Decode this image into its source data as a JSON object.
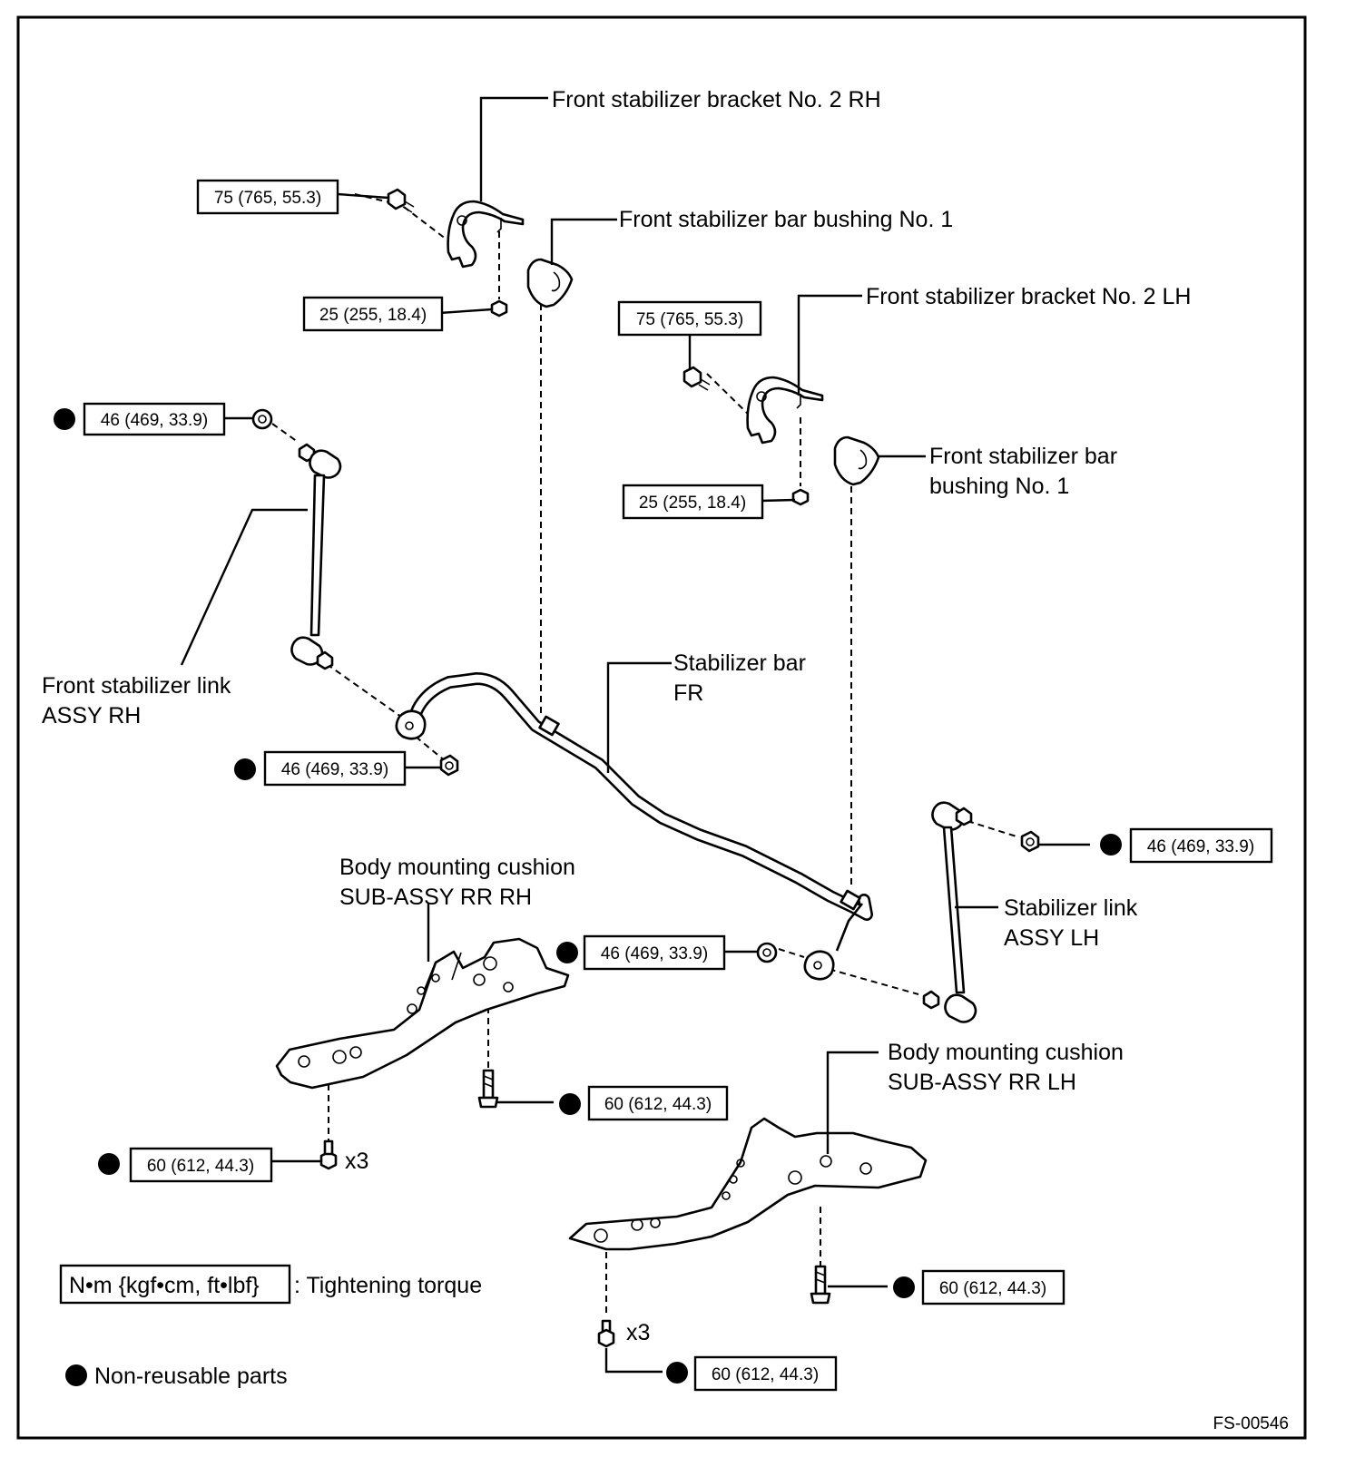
{
  "labels": {
    "bracket_rh": "Front stabilizer bracket No. 2 RH",
    "bushing_1": "Front stabilizer bar bushing No. 1",
    "bracket_lh": "Front stabilizer bracket No. 2 LH",
    "bushing_2_line1": "Front stabilizer bar",
    "bushing_2_line2": "bushing No. 1",
    "link_rh_line1": "Front stabilizer link",
    "link_rh_line2": "ASSY RH",
    "bar_line1": "Stabilizer bar",
    "bar_line2": "FR",
    "cushion_rh_line1": "Body mounting cushion",
    "cushion_rh_line2": "SUB-ASSY RR RH",
    "link_lh_line1": "Stabilizer link",
    "link_lh_line2": "ASSY LH",
    "cushion_lh_line1": "Body mounting cushion",
    "cushion_lh_line2": "SUB-ASSY RR LH"
  },
  "torque": {
    "bracket_rh_bolt": "75 (765, 55.3)",
    "bracket_rh_nut": "25 (255, 18.4)",
    "bracket_lh_bolt": "75 (765, 55.3)",
    "bracket_lh_nut": "25 (255, 18.4)",
    "link_rh_upper": "46 (469, 33.9)",
    "link_rh_lower": "46 (469, 33.9)",
    "link_lh_upper": "46 (469, 33.9)",
    "link_lh_lower": "46 (469, 33.9)",
    "cushion_rh_side": "60 (612, 44.3)",
    "cushion_rh_bottom": "60 (612, 44.3)",
    "cushion_lh_side": "60 (612, 44.3)",
    "cushion_lh_bottom": "60 (612, 44.3)"
  },
  "quantity": {
    "rh": "x3",
    "lh": "x3"
  },
  "legend": {
    "torque_unit": "N•m {kgf•cm, ft•lbf}",
    "torque_text": ": Tightening torque",
    "nonreusable_text": "Non-reusable parts"
  },
  "figure_id": "FS-00546"
}
